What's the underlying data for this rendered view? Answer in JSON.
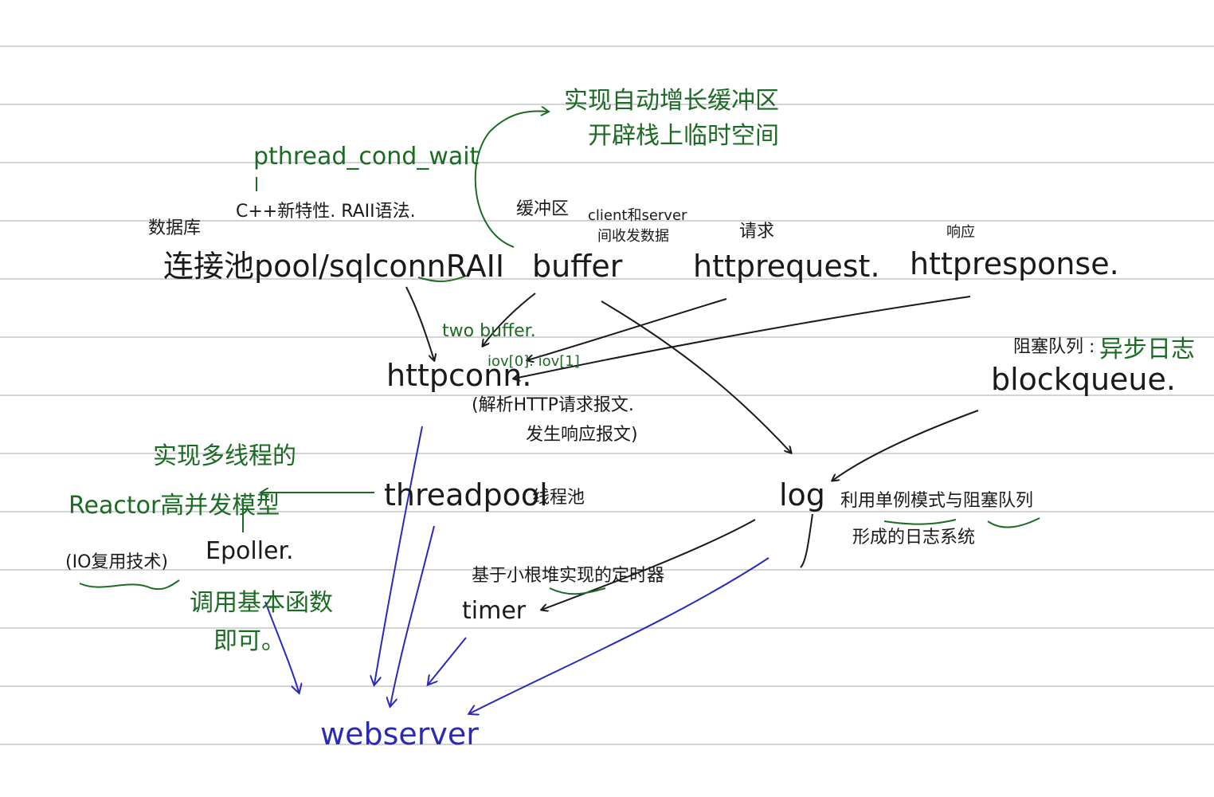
{
  "nodes": {
    "sql_pool": "连接池pool/sqlconnRAII",
    "buffer": "buffer",
    "httprequest": "httprequest.",
    "httpresponse": "httpresponse.",
    "httpconn": "httpconn.",
    "blockqueue": "blockqueue.",
    "threadpool": "threadpool",
    "epoller": "Epoller.",
    "log": "log",
    "timer": "timer",
    "webserver": "webserver"
  },
  "labels": {
    "database": "数据库",
    "cpp_raii": "C++新特性. RAII语法.",
    "buffer_cn": "缓冲区",
    "client_server": "client和server",
    "client_server_2": "间收发数据",
    "request_cn": "请求",
    "response_cn": "响应",
    "blockqueue_cn": "阻塞队列 :",
    "httpconn_desc_1": "(解析HTTP请求报文.",
    "httpconn_desc_2": "发生响应报文)",
    "threadpool_cn": "线程池",
    "io_multiplex": "(IO复用技术)",
    "log_desc_1": "利用单例模式与阻塞队列",
    "log_desc_2": "形成的日志系统"
  },
  "notes": {
    "pthread": "pthread_cond_wait",
    "auto_buffer_1": "实现自动增长缓冲区",
    "auto_buffer_2": "开辟栈上临时空间",
    "two_buffer": "two buffer.",
    "iov": "iov[0]. iov[1]",
    "async_log": "异步日志",
    "multithread": "实现多线程的",
    "reactor": "Reactor高并发模型",
    "call_epoll": "调用基本函数",
    "call_epoll_2": "即可。",
    "timer_desc": "基于小根堆实现的定时器"
  },
  "colors": {
    "ink": "#1a1a1a",
    "green": "#1c6b24",
    "blue": "#2a2ab8",
    "ruled": "#d4d4d6",
    "paper": "#ffffff"
  }
}
